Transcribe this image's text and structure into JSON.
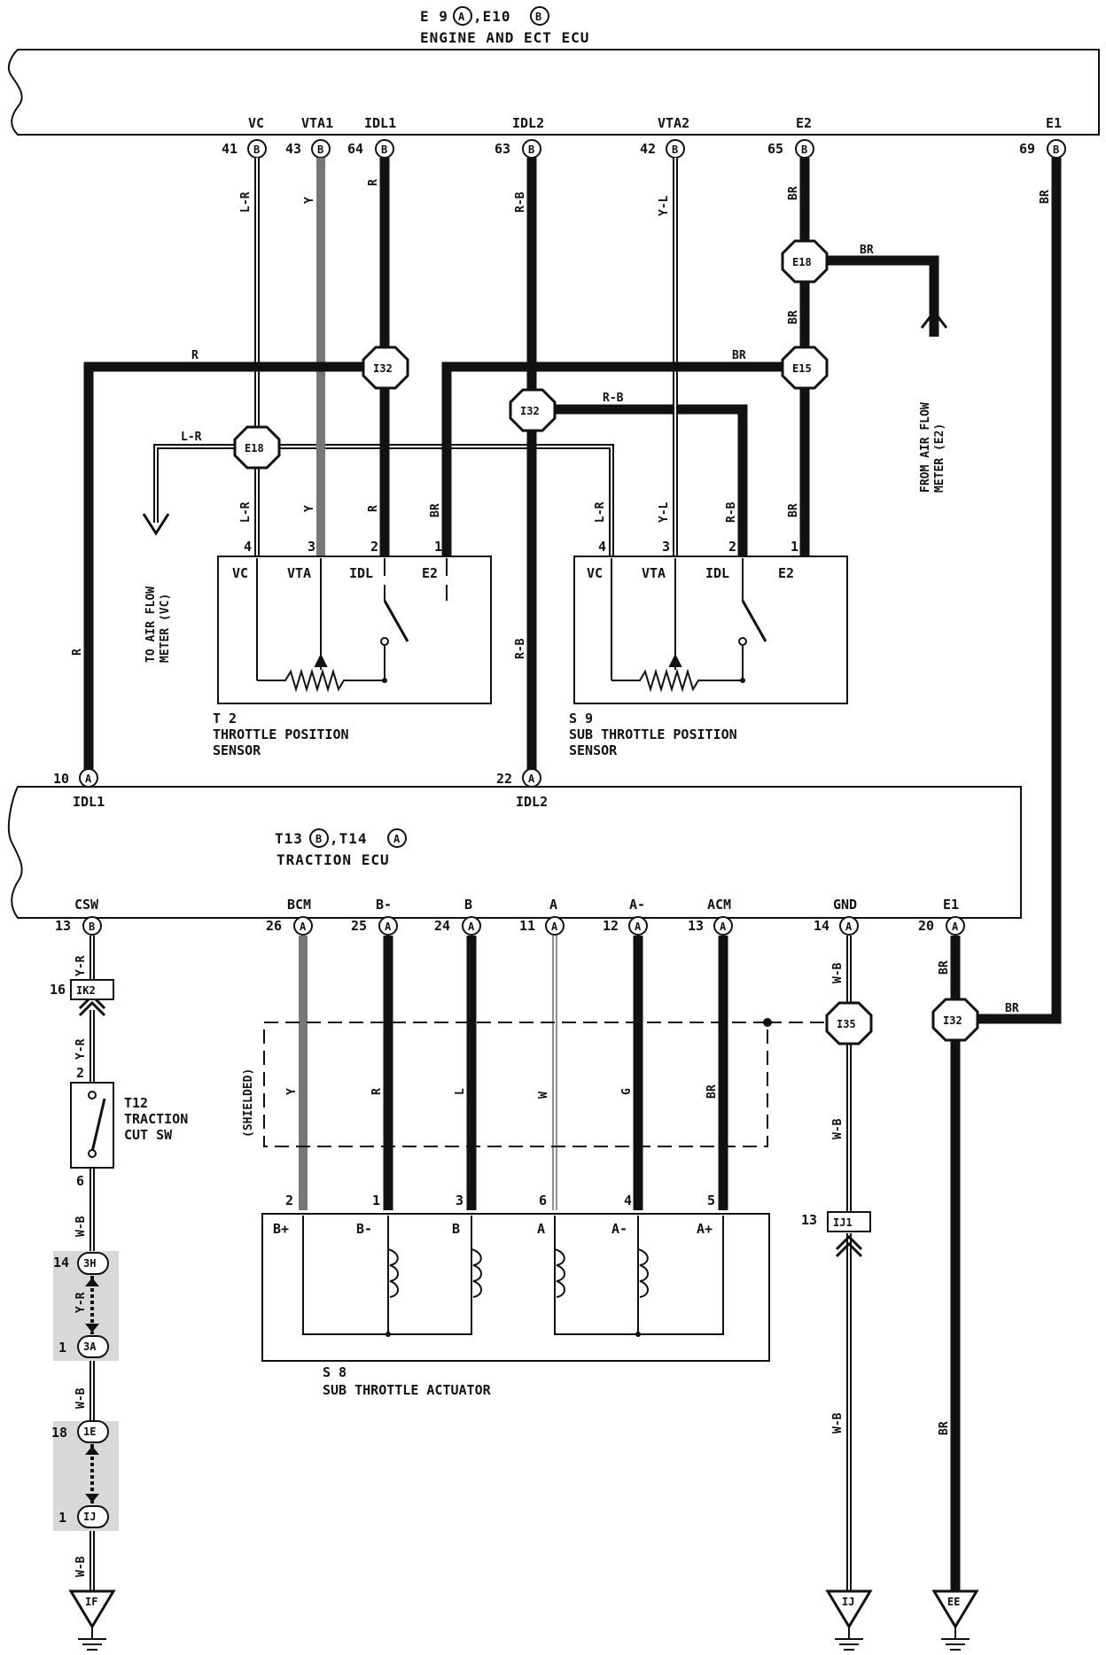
{
  "ecu_engine": {
    "label_line1_a": "E 9",
    "label_tag_a": "A",
    "label_line1_b": ",E10",
    "label_tag_b": "B",
    "name": "ENGINE AND ECT ECU",
    "terminals": [
      {
        "name": "VC",
        "pin": "41",
        "conn": "B"
      },
      {
        "name": "VTA1",
        "pin": "43",
        "conn": "B"
      },
      {
        "name": "IDL1",
        "pin": "64",
        "conn": "B"
      },
      {
        "name": "IDL2",
        "pin": "63",
        "conn": "B"
      },
      {
        "name": "VTA2",
        "pin": "42",
        "conn": "B"
      },
      {
        "name": "E2",
        "pin": "65",
        "conn": "B"
      },
      {
        "name": "E1",
        "pin": "69",
        "conn": "B"
      }
    ]
  },
  "ecu_traction": {
    "label_a": "T13",
    "tag_a": "B",
    "label_b": ",T14",
    "tag_b": "A",
    "name": "TRACTION ECU",
    "top_terminals": [
      {
        "name": "IDL1",
        "pin": "10",
        "conn": "A"
      },
      {
        "name": "IDL2",
        "pin": "22",
        "conn": "A"
      }
    ],
    "bottom_terminals": [
      {
        "name": "CSW",
        "pin": "13",
        "conn": "B"
      },
      {
        "name": "BCM",
        "pin": "26",
        "conn": "A"
      },
      {
        "name": "B-",
        "pin": "25",
        "conn": "A"
      },
      {
        "name": "B",
        "pin": "24",
        "conn": "A"
      },
      {
        "name": "A",
        "pin": "11",
        "conn": "A"
      },
      {
        "name": "A-",
        "pin": "12",
        "conn": "A"
      },
      {
        "name": "ACM",
        "pin": "13",
        "conn": "A"
      },
      {
        "name": "GND",
        "pin": "14",
        "conn": "A"
      },
      {
        "name": "E1",
        "pin": "20",
        "conn": "A"
      }
    ]
  },
  "wire_colors": {
    "lr": "L-R",
    "y": "Y",
    "r": "R",
    "rb": "R-B",
    "yl": "Y-L",
    "br": "BR",
    "yr": "Y-R",
    "wb": "W-B",
    "l": "L",
    "w": "W",
    "g": "G"
  },
  "junctions": {
    "i32": "I32",
    "e18": "E18",
    "e15": "E15",
    "i35": "I35"
  },
  "sensor_t2": {
    "id": "T 2",
    "name_line1": "THROTTLE POSITION",
    "name_line2": "SENSOR",
    "terms": [
      "VC",
      "VTA",
      "IDL",
      "E2"
    ],
    "pins": [
      "4",
      "3",
      "2",
      "1"
    ]
  },
  "sensor_s9": {
    "id": "S 9",
    "name_line1": "SUB THROTTLE POSITION",
    "name_line2": "SENSOR",
    "terms": [
      "VC",
      "VTA",
      "IDL",
      "E2"
    ],
    "pins": [
      "4",
      "3",
      "2",
      "1"
    ]
  },
  "actuator_s8": {
    "id": "S 8",
    "name": "SUB THROTTLE ACTUATOR",
    "terms": [
      "B+",
      "B-",
      "B",
      "A",
      "A-",
      "A+"
    ],
    "pins": [
      "2",
      "1",
      "3",
      "6",
      "4",
      "5"
    ]
  },
  "switch_t12": {
    "id": "T12",
    "name_line1": "TRACTION",
    "name_line2": "CUT SW",
    "pin_top": "2",
    "pin_bottom": "6"
  },
  "connectors": {
    "ik2": {
      "pin": "16",
      "name": "IK2"
    },
    "ij1": {
      "pin": "13",
      "name": "IJ1"
    },
    "3h": {
      "pin": "14",
      "name": "3H"
    },
    "3a": {
      "pin": "1",
      "name": "3A"
    },
    "1e": {
      "pin": "18",
      "name": "1E"
    },
    "ij": {
      "pin": "1",
      "name": "IJ"
    }
  },
  "grounds": [
    "IF",
    "IJ",
    "EE"
  ],
  "notes": {
    "to_afm_line1": "TO AIR FLOW",
    "to_afm_line2": "METER (VC)",
    "from_afm_line1": "FROM AIR FLOW",
    "from_afm_line2": "METER (E2)",
    "shielded": "(SHIELDED)"
  }
}
